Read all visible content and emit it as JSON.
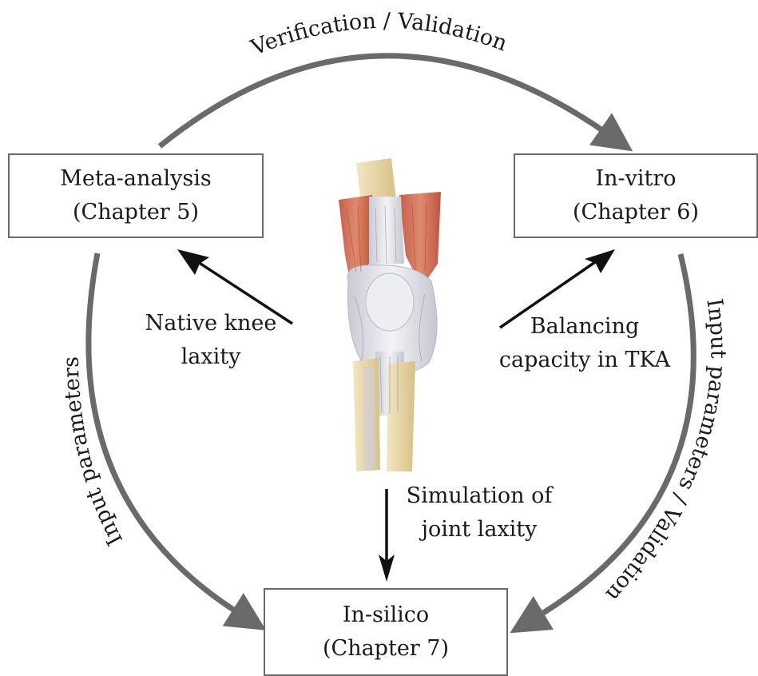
{
  "boxes": {
    "meta": {
      "title": "Meta-analysis",
      "chapter": "(Chapter 5)"
    },
    "vitro": {
      "title": "In-vitro",
      "chapter": "(Chapter 6)"
    },
    "silico": {
      "title": "In-silico",
      "chapter": "(Chapter 7)"
    }
  },
  "cycle_labels": {
    "top": "Verification / Validation",
    "left": "Input parameters",
    "right": "Input parameters / Validation"
  },
  "spoke_labels": {
    "native_line1": "Native knee",
    "native_line2": "laxity",
    "balancing_line1": "Balancing",
    "balancing_line2": "capacity in TKA",
    "simulation_line1": "Simulation of",
    "simulation_line2": "joint laxity"
  },
  "image": {
    "subject": "knee-joint-anatomy-illustration"
  },
  "colors": {
    "arrow": "#6a6a6a",
    "spoke": "#111111",
    "muscle": "#d0745c",
    "bone": "#e8d6a8",
    "ligament": "#dcdde4"
  }
}
